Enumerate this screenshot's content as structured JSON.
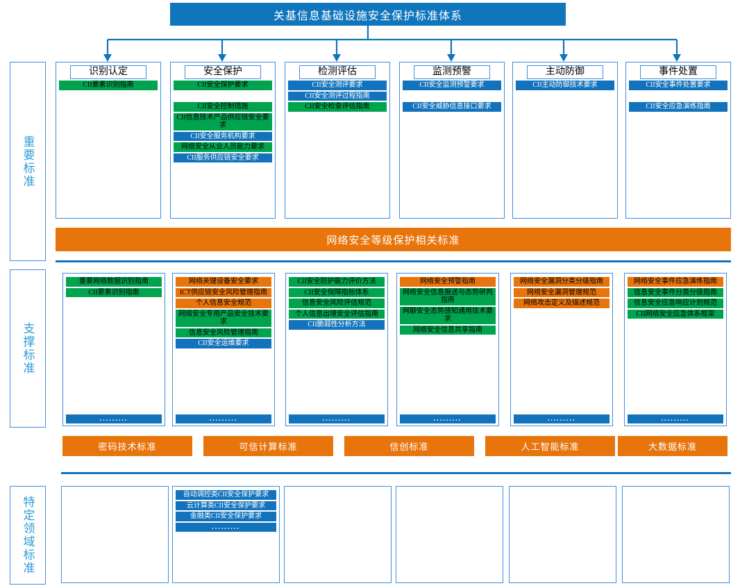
{
  "header": {
    "title": "关基信息基础设施安全保护标准体系"
  },
  "sections": [
    {
      "label": "重要标准",
      "columns": [
        {
          "head": "识别认定",
          "items": [
            {
              "text": "CII要素识别指南",
              "color": "green"
            }
          ]
        },
        {
          "head": "安全保护",
          "items": [
            {
              "text": "CII安全保护要求",
              "color": "green"
            },
            {
              "text": "",
              "color": "spacer"
            },
            {
              "text": "CII安全控制措施",
              "color": "green"
            },
            {
              "text": "CII信息技术产品供应链安全要求",
              "color": "green"
            },
            {
              "text": "CII安全服务机构要求",
              "color": "blue"
            },
            {
              "text": "网络安全从业人员能力要求",
              "color": "green"
            },
            {
              "text": "CII服务供应链安全要求",
              "color": "blue"
            }
          ]
        },
        {
          "head": "检测评估",
          "items": [
            {
              "text": "CII安全测评要求",
              "color": "blue"
            },
            {
              "text": "CII安全测评过程指南",
              "color": "blue"
            },
            {
              "text": "CII安全检查评估指南",
              "color": "green"
            }
          ]
        },
        {
          "head": "监测预警",
          "items": [
            {
              "text": "CII安全监测预警要求",
              "color": "blue"
            },
            {
              "text": "",
              "color": "spacer"
            },
            {
              "text": "CII安全威胁信息接口要求",
              "color": "blue"
            }
          ]
        },
        {
          "head": "主动防御",
          "items": [
            {
              "text": "CII主动防御技术要求",
              "color": "blue"
            }
          ]
        },
        {
          "head": "事件处置",
          "items": [
            {
              "text": "CII安全事件处置要求",
              "color": "blue"
            },
            {
              "text": "",
              "color": "spacer"
            },
            {
              "text": "CII安全应急演练指南",
              "color": "blue"
            }
          ]
        }
      ]
    },
    {
      "label": "支撑标准",
      "columns": [
        {
          "head": "",
          "items": [
            {
              "text": "重要网络数据识别指南",
              "color": "green"
            },
            {
              "text": "CII要素识别指南",
              "color": "green"
            }
          ],
          "dots": "........."
        },
        {
          "head": "",
          "items": [
            {
              "text": "网络关键设备安全要求",
              "color": "orange"
            },
            {
              "text": "ICT供应链安全风险管理指南",
              "color": "orange"
            },
            {
              "text": "个人信息安全规范",
              "color": "orange"
            },
            {
              "text": "网络安全专用产品安全技术要求",
              "color": "green"
            },
            {
              "text": "信息安全风险管理指南",
              "color": "green"
            },
            {
              "text": "CII安全运维要求",
              "color": "blue"
            }
          ],
          "dots": "........."
        },
        {
          "head": "",
          "items": [
            {
              "text": "CII安全防护能力评价方法",
              "color": "green"
            },
            {
              "text": "CII安全保障指标体系",
              "color": "green"
            },
            {
              "text": "信息安全风险评估规范",
              "color": "green"
            },
            {
              "text": "个人信息出境安全评估指南",
              "color": "green"
            },
            {
              "text": "CII脆弱性分析方法",
              "color": "blue"
            }
          ],
          "dots": "........."
        },
        {
          "head": "",
          "items": [
            {
              "text": "网络安全预警指南",
              "color": "orange"
            },
            {
              "text": "网络安全信息报送与态势研判指南",
              "color": "green"
            },
            {
              "text": "网聊安全态势感知通用技术要求",
              "color": "green"
            },
            {
              "text": "网络安全信息共享指南",
              "color": "green"
            }
          ],
          "dots": "........."
        },
        {
          "head": "",
          "items": [
            {
              "text": "网络安全漏洞分类分级指南",
              "color": "orange"
            },
            {
              "text": "网络安全漏洞管理规范",
              "color": "orange"
            },
            {
              "text": "网络攻击定义及描述规范",
              "color": "orange"
            }
          ],
          "dots": "........."
        },
        {
          "head": "",
          "items": [
            {
              "text": "网络安全事件应急演练指南",
              "color": "orange"
            },
            {
              "text": "信息安全事件分类分级指南",
              "color": "green"
            },
            {
              "text": "信息安全应急响应计划规范",
              "color": "green"
            },
            {
              "text": "CII网络安全应急体系框架",
              "color": "green"
            }
          ],
          "dots": "........."
        }
      ]
    },
    {
      "label": "特定领域标准",
      "columns": [
        {
          "head": "",
          "items": []
        },
        {
          "head": "",
          "items": [
            {
              "text": "自动调控类CII安全保护要求",
              "color": "blue"
            },
            {
              "text": "云计算类CII安全保护要求",
              "color": "blue"
            },
            {
              "text": "金融类CII安全保护要求",
              "color": "blue"
            },
            {
              "text": ".........",
              "color": "dots"
            }
          ]
        },
        {
          "head": "",
          "items": []
        },
        {
          "head": "",
          "items": []
        },
        {
          "head": "",
          "items": []
        },
        {
          "head": "",
          "items": []
        }
      ]
    }
  ],
  "banner": {
    "text": "网络安全等级保护相关标准"
  },
  "chips": [
    {
      "label": "密码技术标准"
    },
    {
      "label": "可信计算标准"
    },
    {
      "label": "信创标准"
    },
    {
      "label": "人工智能标准"
    },
    {
      "label": "大数据标准"
    }
  ],
  "colors": {
    "blue": "#1273BC",
    "green": "#00A44F",
    "orange": "#E8740C",
    "border": "#3E8EDE"
  }
}
